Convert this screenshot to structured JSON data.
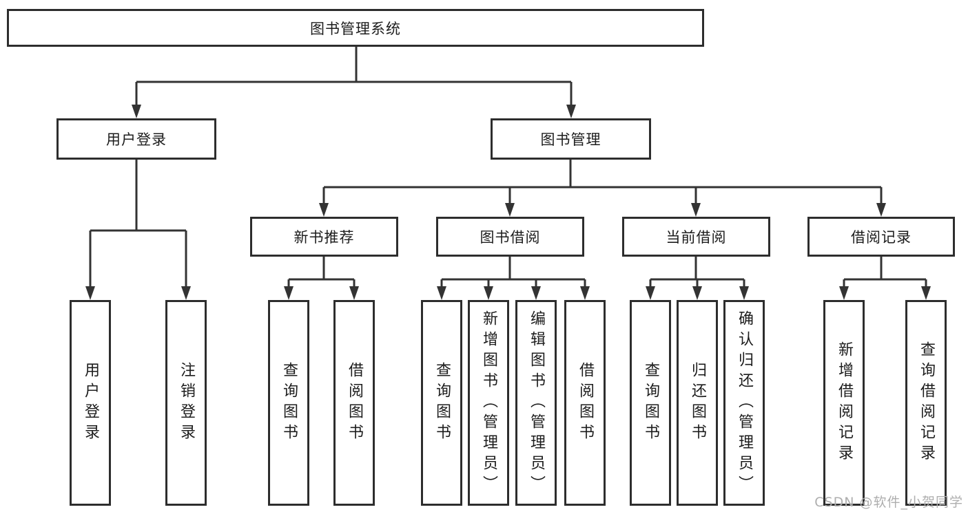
{
  "tree": {
    "root": {
      "label": "图书管理系统"
    },
    "branches": [
      {
        "label": "用户登录",
        "children": [
          {
            "label": "用户登录"
          },
          {
            "label": "注销登录"
          }
        ]
      },
      {
        "label": "图书管理",
        "children": [
          {
            "label": "新书推荐",
            "children": [
              {
                "label": "查询图书"
              },
              {
                "label": "借阅图书"
              }
            ]
          },
          {
            "label": "图书借阅",
            "children": [
              {
                "label": "查询图书"
              },
              {
                "label": "新增图书（管理员）"
              },
              {
                "label": "编辑图书（管理员）"
              },
              {
                "label": "借阅图书"
              }
            ]
          },
          {
            "label": "当前借阅",
            "children": [
              {
                "label": "查询图书"
              },
              {
                "label": "归还图书"
              },
              {
                "label": "确认归还（管理员）"
              }
            ]
          },
          {
            "label": "借阅记录",
            "children": [
              {
                "label": "新增借阅记录"
              },
              {
                "label": "查询借阅记录"
              }
            ]
          }
        ]
      }
    ]
  },
  "watermark": "CSDN @软件_小贺同学",
  "colors": {
    "border": "#2d2d2d",
    "line": "#333333",
    "text": "#1c1c1c",
    "watermark": "#aeaeae",
    "background": "#ffffff"
  }
}
